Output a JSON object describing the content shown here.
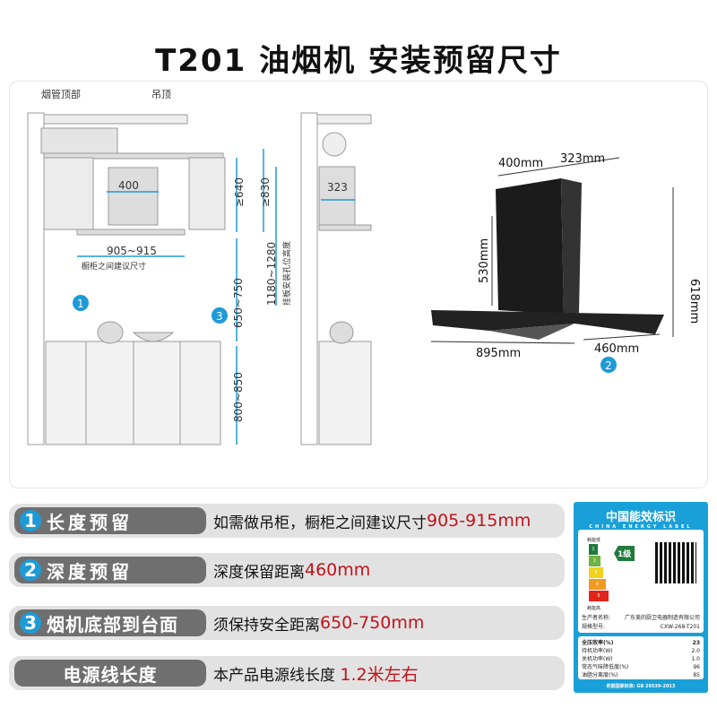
{
  "title": "T201 油烟机 安装预留尺寸",
  "diagram": {
    "label_duct_top": "烟管顶部",
    "label_ceiling": "吊顶",
    "width_400": "400",
    "cabinet_gap": "905~915",
    "cabinet_gap_caption": "橱柜之间建议尺寸",
    "h_640": "≥640",
    "h_830": "≥830",
    "h_range": "1180~1280",
    "h_range_caption": "挂板安装孔位高度",
    "h_650_750": "650~750",
    "h_800_850": "800~850",
    "depth_323": "323",
    "marker1": "1",
    "marker2": "2",
    "marker3": "3"
  },
  "product": {
    "dim_400": "400mm",
    "dim_323": "323mm",
    "dim_530": "530mm",
    "dim_618": "618mm",
    "dim_895": "895mm",
    "dim_460": "460mm"
  },
  "rows": [
    {
      "num": "1",
      "label": "长度预留",
      "text": "如需做吊柜，橱柜之间建议尺寸",
      "value": "905-915mm"
    },
    {
      "num": "2",
      "label": "深度预留",
      "text": "深度保留距离",
      "value": "460mm"
    },
    {
      "num": "3",
      "label": "烟机底部到台面",
      "text": "须保持安全距离",
      "value": "650-750mm"
    },
    {
      "num": "",
      "label": "电源线长度",
      "text": "本产品电源线长度 ",
      "value": "1.2米左右"
    }
  ],
  "energy_label": {
    "title": "中国能效标识",
    "subtitle": "CHINA ENERGY LABEL",
    "low": "耗能低",
    "high": "耗能高",
    "grades": [
      "1",
      "2",
      "3",
      "4",
      "5"
    ],
    "grade": "1级",
    "manufacturer_label": "生产者名称:",
    "manufacturer": "广东美的厨卫电器制造有限公司",
    "model_label": "规格型号:",
    "model": "CXW-268-T201",
    "specs": [
      {
        "k": "全压效率(%)",
        "v": "23"
      },
      {
        "k": "待机功率(W)",
        "v": "2.0"
      },
      {
        "k": "关机功率(W)",
        "v": "1.0"
      },
      {
        "k": "常态气味降低度(%)",
        "v": "96"
      },
      {
        "k": "油脂分离度(%)",
        "v": "85"
      }
    ],
    "standard": "依据国家标准: GB 29539-2013",
    "colors": [
      "#1f7a3c",
      "#6cb33f",
      "#f2d21a",
      "#f29a1f",
      "#e2231a"
    ]
  },
  "colors": {
    "accent": "#1e9ad6",
    "highlight": "#c0141b",
    "pill": "#6f6f6f"
  }
}
